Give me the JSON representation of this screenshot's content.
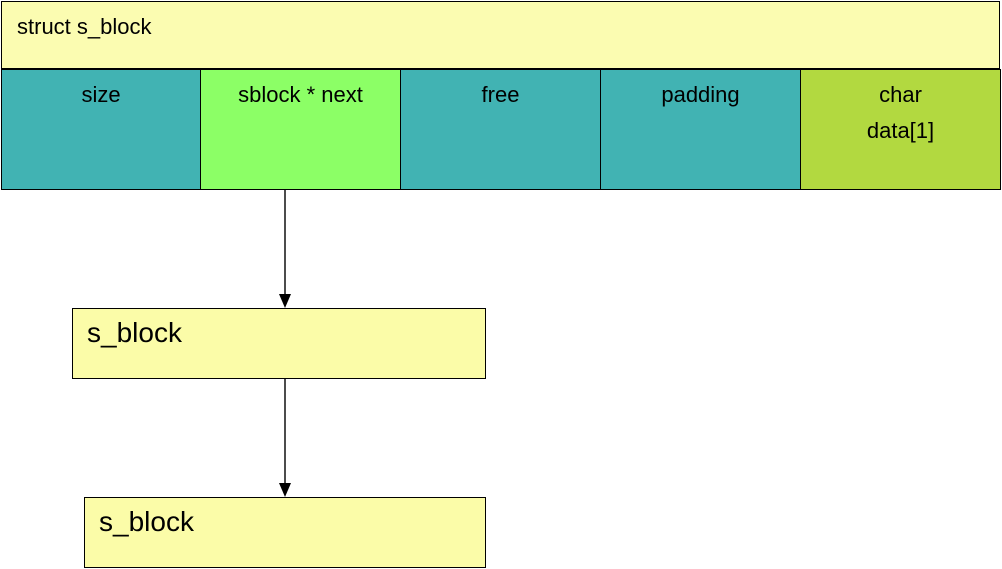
{
  "struct": {
    "title": "struct s_block"
  },
  "fields": [
    {
      "lines": [
        "size"
      ],
      "color": "#41b3b3"
    },
    {
      "lines": [
        "sblock * next"
      ],
      "color": "#8cff66"
    },
    {
      "lines": [
        "free"
      ],
      "color": "#41b3b3"
    },
    {
      "lines": [
        "padding"
      ],
      "color": "#41b3b3"
    },
    {
      "lines": [
        "char",
        "data[1]"
      ],
      "color": "#b2d940"
    }
  ],
  "nodes": [
    {
      "label": "s_block"
    },
    {
      "label": "s_block"
    }
  ],
  "colors": {
    "struct_header": "#fbfcb1",
    "node_fill": "#fbfca8",
    "outline": "#000000"
  }
}
